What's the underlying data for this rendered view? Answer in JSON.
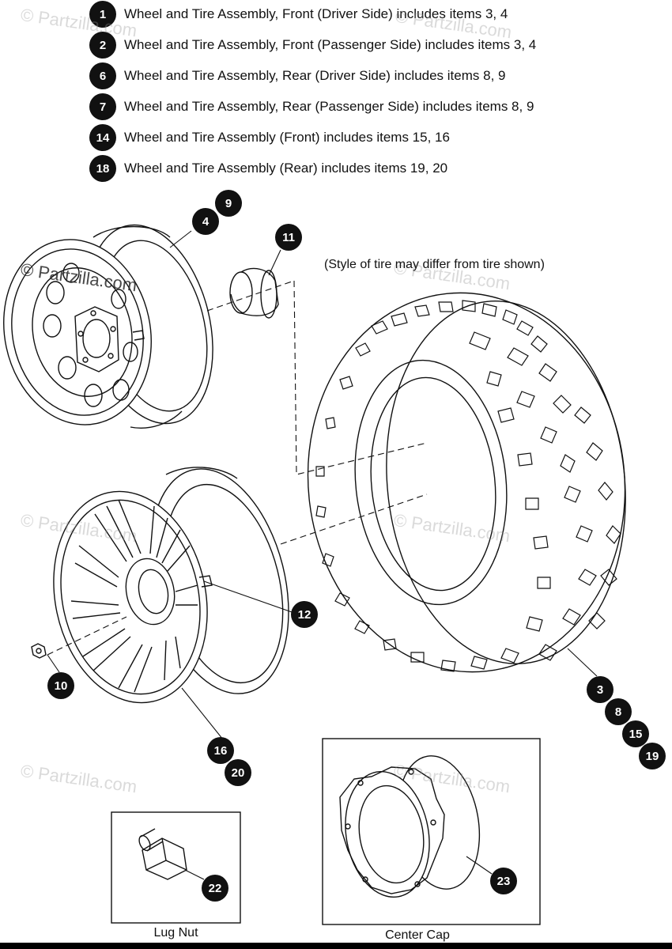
{
  "legend": [
    {
      "num": "1",
      "text": "Wheel and Tire Assembly, Front (Driver Side) includes items 3, 4"
    },
    {
      "num": "2",
      "text": "Wheel and Tire Assembly, Front (Passenger Side) includes items 3, 4"
    },
    {
      "num": "6",
      "text": "Wheel and Tire Assembly, Rear (Driver Side) includes items 8, 9"
    },
    {
      "num": "7",
      "text": "Wheel and Tire Assembly, Rear (Passenger Side) includes items 8, 9"
    },
    {
      "num": "14",
      "text": "Wheel and Tire Assembly (Front) includes items 15, 16"
    },
    {
      "num": "18",
      "text": "Wheel and Tire Assembly (Rear) includes items 19, 20"
    }
  ],
  "note": "(Style of tire may differ from tire shown)",
  "callouts": {
    "c9": "9",
    "c4": "4",
    "c11": "11",
    "c12": "12",
    "c10": "10",
    "c16": "16",
    "c20": "20",
    "c3": "3",
    "c8": "8",
    "c15": "15",
    "c19": "19",
    "c22": "22",
    "c23": "23"
  },
  "boxes": {
    "lug_nut": "Lug Nut",
    "center_cap": "Center Cap"
  },
  "watermark": "© Partzilla.com"
}
